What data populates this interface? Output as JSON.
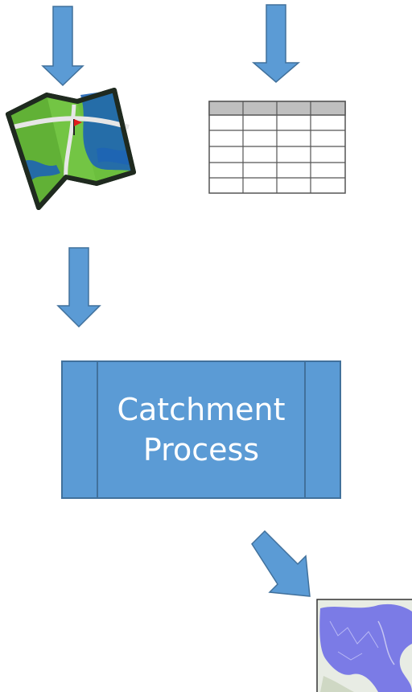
{
  "process": {
    "line1": "Catchment",
    "line2": "Process"
  },
  "icons": {
    "map": "folded-map-icon",
    "table": "data-table-icon",
    "output": "catchment-map-thumbnail"
  },
  "colors": {
    "arrow_fill": "#5b9bd5",
    "arrow_stroke": "#41719c",
    "box_fill": "#5b9bd5",
    "box_stroke": "#41719c",
    "text": "#ffffff",
    "catchment_fill": "#7b7be6"
  }
}
